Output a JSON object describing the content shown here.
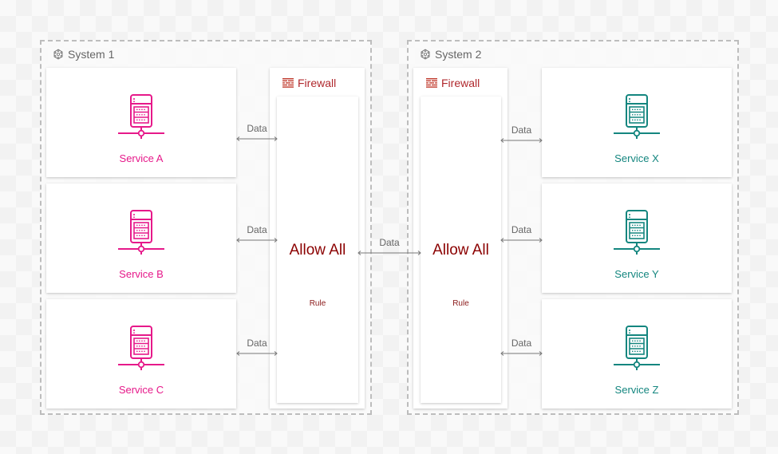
{
  "colors": {
    "service_left": "#e6198a",
    "service_right": "#14867f",
    "firewall": "#b0282d",
    "rule": "#8b0000",
    "connector": "#777777",
    "system_border": "#bdbdbd"
  },
  "systems": [
    {
      "label": "System 1",
      "icon": "cluster-icon",
      "services": [
        {
          "label": "Service A",
          "icon": "server-icon"
        },
        {
          "label": "Service B",
          "icon": "server-icon"
        },
        {
          "label": "Service C",
          "icon": "server-icon"
        }
      ],
      "firewall": {
        "title": "Firewall",
        "icon": "firewall-icon",
        "rule_title": "Allow All",
        "rule_label": "Rule"
      },
      "connections": [
        "Data",
        "Data",
        "Data"
      ]
    },
    {
      "label": "System 2",
      "icon": "cluster-icon",
      "services": [
        {
          "label": "Service X",
          "icon": "server-icon"
        },
        {
          "label": "Service Y",
          "icon": "server-icon"
        },
        {
          "label": "Service Z",
          "icon": "server-icon"
        }
      ],
      "firewall": {
        "title": "Firewall",
        "icon": "firewall-icon",
        "rule_title": "Allow All",
        "rule_label": "Rule"
      },
      "connections": [
        "Data",
        "Data",
        "Data"
      ]
    }
  ],
  "inter_system_connection": "Data"
}
